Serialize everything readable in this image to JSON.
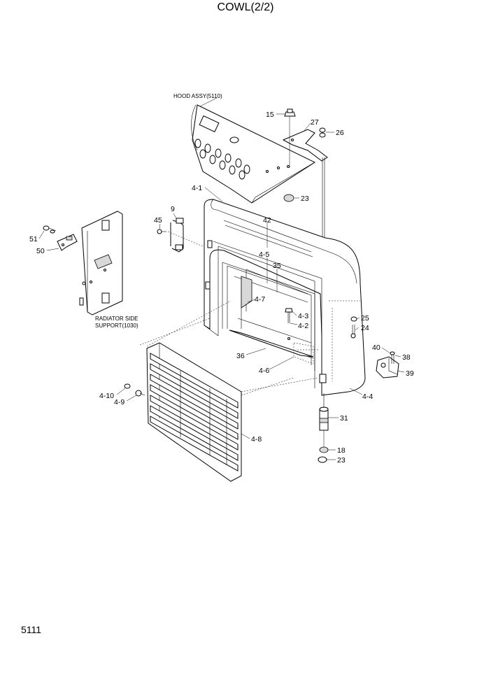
{
  "title": "COWL(2/2)",
  "page_number": "5111",
  "callouts": {
    "hood_assy": "HOOD ASSY(5110)",
    "radiator_support_line1": "RADIATOR SIDE",
    "radiator_support_line2": "SUPPORT(1030)"
  },
  "parts": {
    "p15": "15",
    "p27": "27",
    "p26": "26",
    "p23a": "23",
    "p4_1": "4-1",
    "p9": "9",
    "p45": "45",
    "p42": "42",
    "p51": "51",
    "p50": "50",
    "p4_5": "4-5",
    "p35": "35",
    "p4_7": "4-7",
    "p4_3": "4-3",
    "p4_2": "4-2",
    "p25": "25",
    "p24": "24",
    "p40": "40",
    "p38": "38",
    "p39": "39",
    "p36": "36",
    "p4_6": "4-6",
    "p4_4": "4-4",
    "p4_10": "4-10",
    "p4_9": "4-9",
    "p31": "31",
    "p4_8": "4-8",
    "p18": "18",
    "p23b": "23"
  }
}
